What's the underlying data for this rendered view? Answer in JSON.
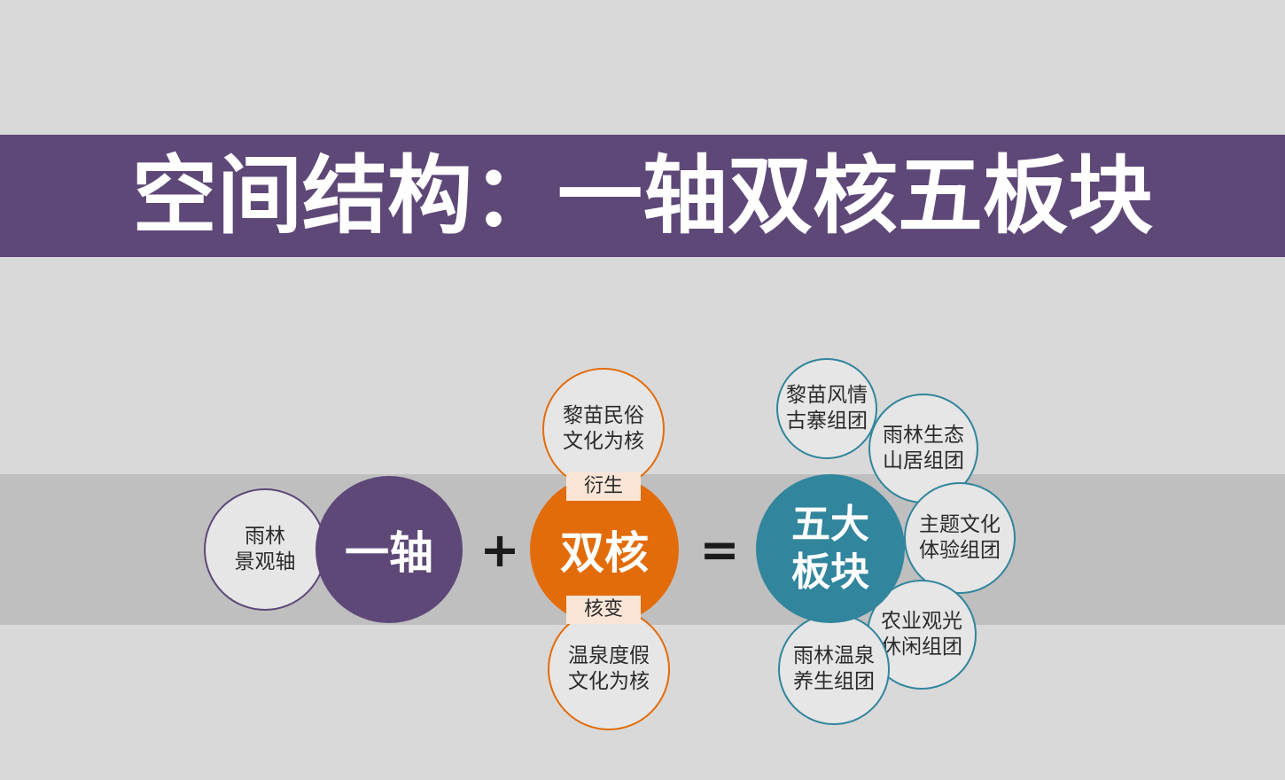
{
  "title": "空间结构：一轴双核五板块",
  "axis": {
    "outer_label": "雨林\n景观轴",
    "core_label": "一轴"
  },
  "operators": {
    "plus": "+",
    "equals": "="
  },
  "dual_core": {
    "core_label": "双核",
    "top_circle": "黎苗民俗\n文化为核",
    "top_tag": "衍生",
    "bottom_tag": "核变",
    "bottom_circle": "温泉度假\n文化为核"
  },
  "five_blocks": {
    "core_label": "五大\n板块",
    "items": [
      "黎苗风情\n古寨组团",
      "雨林生态\n山居组团",
      "主题文化\n体验组团",
      "农业观光\n休闲组团",
      "雨林温泉\n养生组团"
    ]
  },
  "colors": {
    "background": "#d9d9d9",
    "title_bar": "#5e4878",
    "band": "#bfbfbf",
    "axis_purple": "#5e4878",
    "core_orange": "#e36c0a",
    "blocks_teal": "#31859c",
    "tag_fill": "#fbe5d6",
    "small_circle_fill": "#e6e6e6"
  }
}
